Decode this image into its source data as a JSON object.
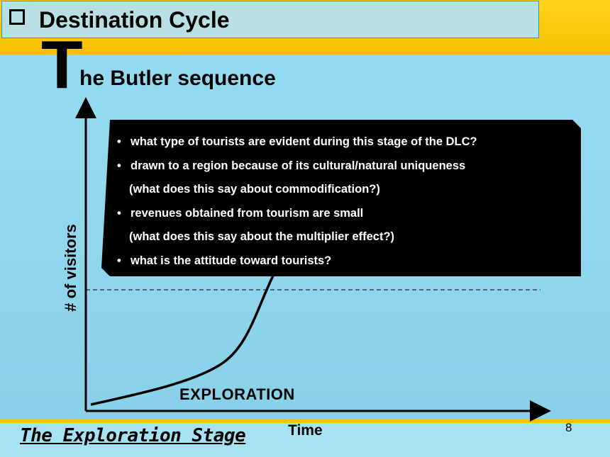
{
  "header": {
    "title": "Destination Cycle"
  },
  "heading": {
    "initial": "T",
    "rest": "he Butler sequence"
  },
  "chart": {
    "y_label": "# of visitors",
    "x_label": "Time",
    "stage_label": "EXPLORATION",
    "colors": {
      "curve": "#000000",
      "axes": "#000000",
      "dashed_line": "#000000"
    }
  },
  "callout": {
    "items": [
      {
        "bullet": "•",
        "text": "what type of tourists are evident during this stage of the DLC?"
      },
      {
        "bullet": "•",
        "text": "drawn to a region because of its cultural/natural uniqueness"
      },
      {
        "bullet": "",
        "text": "(what does this say about commodification?)"
      },
      {
        "bullet": "•",
        "text": "revenues obtained from tourism are small"
      },
      {
        "bullet": "",
        "text": "(what does this say about the multiplier effect?)"
      },
      {
        "bullet": "•",
        "text": "what is the attitude toward tourists?"
      }
    ]
  },
  "footer": {
    "stage_title": "The Exploration Stage",
    "page_number": "8"
  },
  "colors": {
    "gold": "#f7c200",
    "sky": "#8fd8ee",
    "header_bg": "#b8dfe1",
    "callout_bg": "#000000"
  }
}
